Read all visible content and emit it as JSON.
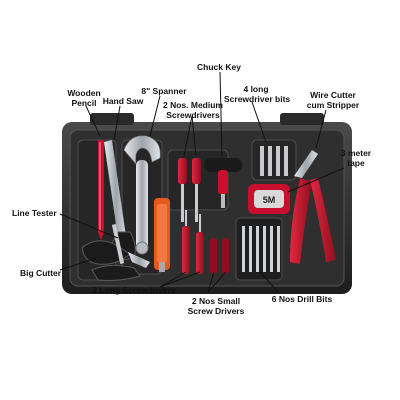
{
  "labels": {
    "wooden_pencil": [
      "Wooden",
      "Pencil"
    ],
    "hand_saw": "Hand Saw",
    "spanner": "8\" Spanner",
    "chuck_key": "Chuck Key",
    "medium_screwdrivers": [
      "2 Nos. Medium",
      "Screwdrivers"
    ],
    "long_screwdriver_bits": [
      "4 long",
      "Screwdriver bits"
    ],
    "wire_cutter": [
      "Wire Cutter",
      "cum Stripper"
    ],
    "meter_tape": [
      "3 meter",
      "tape"
    ],
    "line_tester": "Line Tester",
    "big_cutter": "Big Cutter",
    "long_screwdrivers": "2 Long Screwdrivers",
    "small_screw_drivers": [
      "2 Nos Small",
      "Screw Drivers"
    ],
    "drill_bits": "6 Nos Drill Bits"
  },
  "tape_text": "5M",
  "colors": {
    "case": "#2b2b2b",
    "case_inner": "#3a3a3a",
    "red": "#c8102e",
    "dark_red": "#8e0f1f",
    "steel": "#c9ccd1",
    "orange": "#e85a1c"
  }
}
